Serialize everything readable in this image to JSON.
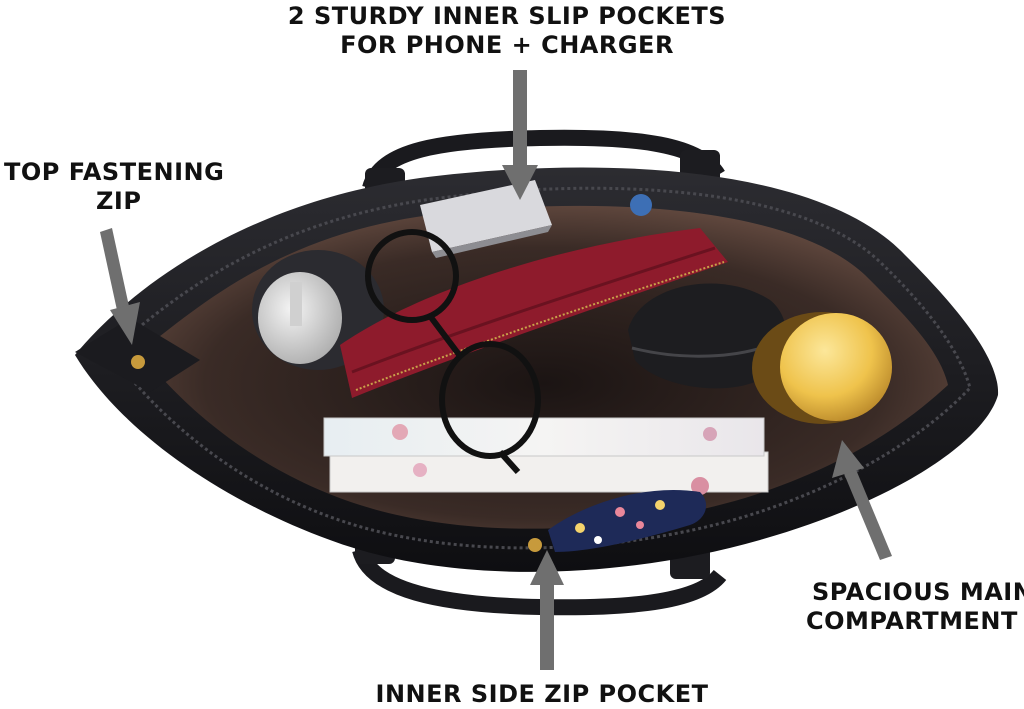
{
  "callouts": {
    "top": {
      "line1": "2 STURDY INNER SLIP POCKETS",
      "line2": "FOR PHONE + CHARGER"
    },
    "left": {
      "line1": "TOP FASTENING",
      "line2": "ZIP"
    },
    "right": {
      "line1": "SPACIOUS MAIN",
      "line2": "COMPARTMENT"
    },
    "bottom": {
      "line1": "INNER SIDE ZIP POCKET"
    }
  },
  "colors": {
    "bag_leather": "#16161a",
    "bag_lining": "#5a4238",
    "wallet": "#8e1b2c",
    "arrow": "#6f6f6f",
    "yellow_bottle": "#f0c44f",
    "pouch": "#1e2a58"
  }
}
